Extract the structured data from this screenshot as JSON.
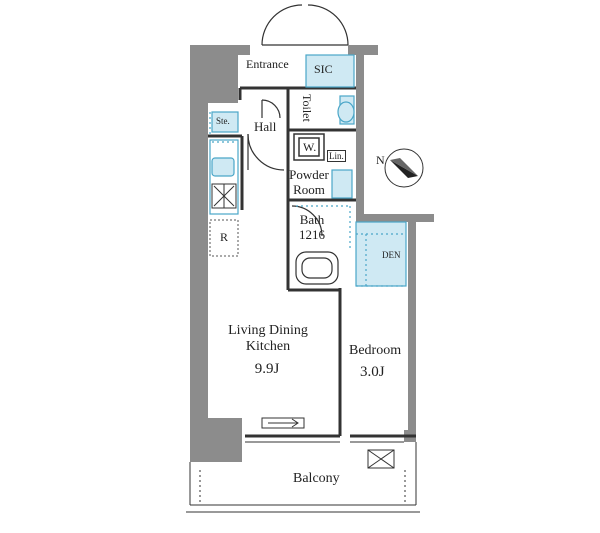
{
  "rooms": {
    "entrance": "Entrance",
    "sic": "SIC",
    "toilet": "Toilet",
    "storage": "Ste.",
    "hall": "Hall",
    "washer": "W.",
    "linen": "Lin.",
    "powder_room": "Powder\nRoom",
    "bath": "Bath",
    "bath_size": "1216",
    "refrigerator_mark": "R",
    "den": "DEN",
    "ldk": "Living Dining\nKitchen",
    "ldk_size": "9.9J",
    "bedroom": "Bedroom",
    "bedroom_size": "3.0J",
    "balcony": "Balcony"
  },
  "compass": {
    "label": "N"
  },
  "colors": {
    "wall": "#8c8c8c",
    "line": "#333333",
    "fixture_fill": "#cfe9f3",
    "fixture_stroke": "#4aa6c8",
    "paper": "#ffffff"
  }
}
